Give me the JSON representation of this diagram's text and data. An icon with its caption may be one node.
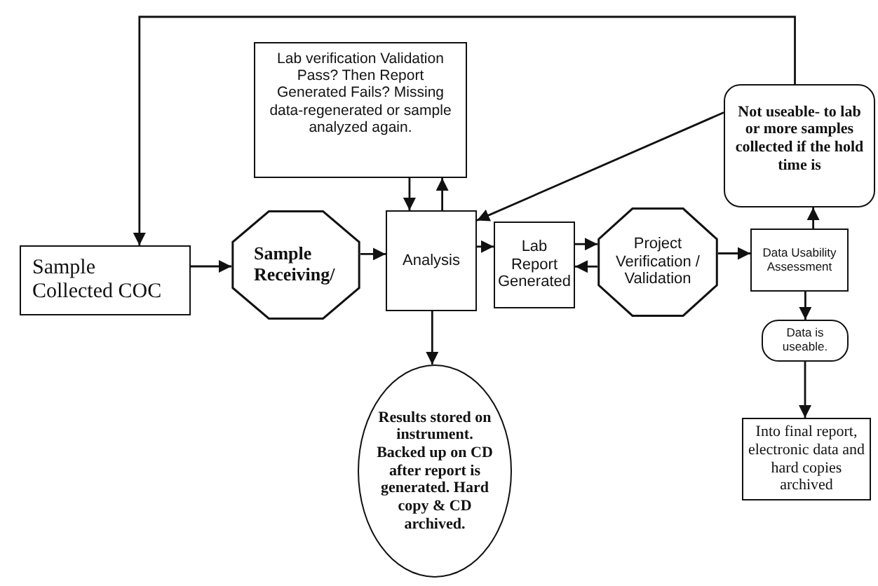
{
  "diagram": {
    "nodes": [
      {
        "text": [
          "Sample Collected COC"
        ]
      },
      {
        "text": [
          "Sample Receiving/"
        ]
      },
      {
        "text": [
          "Analysis"
        ]
      },
      {
        "text": [
          "Lab verification Validation Pass? Then Report Generated Fails? Missing data-regenerated or sample analyzed again."
        ]
      },
      {
        "text": [
          "Lab Report Generated"
        ]
      },
      {
        "text": [
          "Project Verification / Validation"
        ]
      },
      {
        "text": [
          "Data Usability Assessment"
        ]
      },
      {
        "text": [
          "Not useable- to lab or more samples collected if the hold time is"
        ]
      },
      {
        "text": [
          "Data is useable."
        ]
      },
      {
        "text": [
          "Into final report, electronic data and hard copies archived"
        ]
      },
      {
        "text": [
          "Results stored on instrument. Backed up on CD after report is generated. Hard copy & CD archived."
        ]
      }
    ],
    "edges": [
      {
        "from": 7,
        "to": 0,
        "arrow": "to"
      },
      {
        "from": 0,
        "to": 1,
        "arrow": "to"
      },
      {
        "from": 1,
        "to": 2,
        "arrow": "to"
      },
      {
        "from": 2,
        "to": 3,
        "arrow": "to"
      },
      {
        "from": 3,
        "to": 2,
        "arrow": "to"
      },
      {
        "from": 2,
        "to": 4,
        "arrow": "to"
      },
      {
        "from": 4,
        "to": 5,
        "arrow": "to"
      },
      {
        "from": 5,
        "to": 4,
        "arrow": "to"
      },
      {
        "from": 5,
        "to": 6,
        "arrow": "to"
      },
      {
        "from": 6,
        "to": 7,
        "arrow": "to"
      },
      {
        "from": 7,
        "to": 2,
        "arrow": "to"
      },
      {
        "from": 6,
        "to": 8,
        "arrow": "to"
      },
      {
        "from": 8,
        "to": 9,
        "arrow": "to"
      },
      {
        "from": 2,
        "to": 10,
        "arrow": "to"
      }
    ]
  }
}
